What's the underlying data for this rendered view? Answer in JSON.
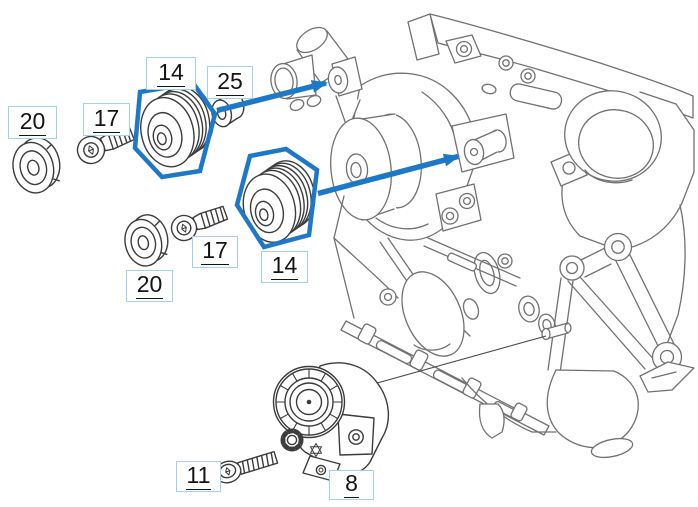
{
  "diagram": {
    "kind": "parts-exploded-diagram",
    "subject": "engine front belt drive: idler pulleys, caps, bolts and belt tensioner",
    "colors": {
      "highlight_blue": "#1d79c7",
      "callout_border": "#9fd3e8",
      "callout_text": "#141414",
      "engine_line": "#717171",
      "part_line": "#3c3c3c",
      "background": "#ffffff"
    }
  },
  "callouts": [
    {
      "number": "20",
      "points_to": "pulley-cap-upper",
      "highlighted": false
    },
    {
      "number": "17",
      "points_to": "pulley-bolt-upper",
      "highlighted": false
    },
    {
      "number": "14",
      "points_to": "idler-pulley-upper",
      "highlighted": true
    },
    {
      "number": "25",
      "points_to": "spacer-sleeve",
      "highlighted": false
    },
    {
      "number": "20",
      "points_to": "pulley-cap-lower",
      "highlighted": false
    },
    {
      "number": "17",
      "points_to": "pulley-bolt-lower",
      "highlighted": false
    },
    {
      "number": "14",
      "points_to": "idler-pulley-lower",
      "highlighted": true
    },
    {
      "number": "11",
      "points_to": "tensioner-bolt",
      "highlighted": false
    },
    {
      "number": "8",
      "points_to": "belt-tensioner",
      "highlighted": false
    }
  ]
}
